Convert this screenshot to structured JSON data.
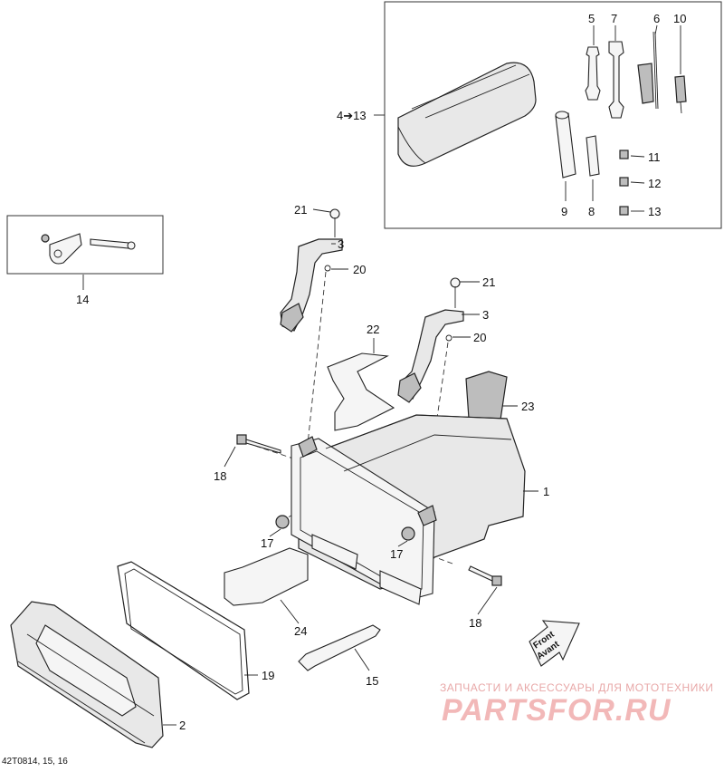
{
  "diagram": {
    "reference": "42T0814, 15, 16",
    "callouts": {
      "c1": "1",
      "c2": "2",
      "c3a": "3",
      "c3b": "3",
      "c4": "4➔13",
      "c5": "5",
      "c6": "6",
      "c7": "7",
      "c8": "8",
      "c9": "9",
      "c10": "10",
      "c11": "11",
      "c12": "12",
      "c13": "13",
      "c14": "14",
      "c15": "15",
      "c17a": "17",
      "c17b": "17",
      "c18a": "18",
      "c18b": "18",
      "c19": "19",
      "c20a": "20",
      "c20b": "20",
      "c21a": "21",
      "c21b": "21",
      "c22": "22",
      "c23": "23",
      "c24": "24"
    },
    "direction_sign": {
      "line1": "Front",
      "line2": "Avant"
    },
    "watermark": {
      "tagline": "ЗАПЧАСТИ И АКСЕССУАРЫ ДЛЯ МОТОТЕХНИКИ",
      "brand": "PARTSFOR.RU"
    }
  }
}
